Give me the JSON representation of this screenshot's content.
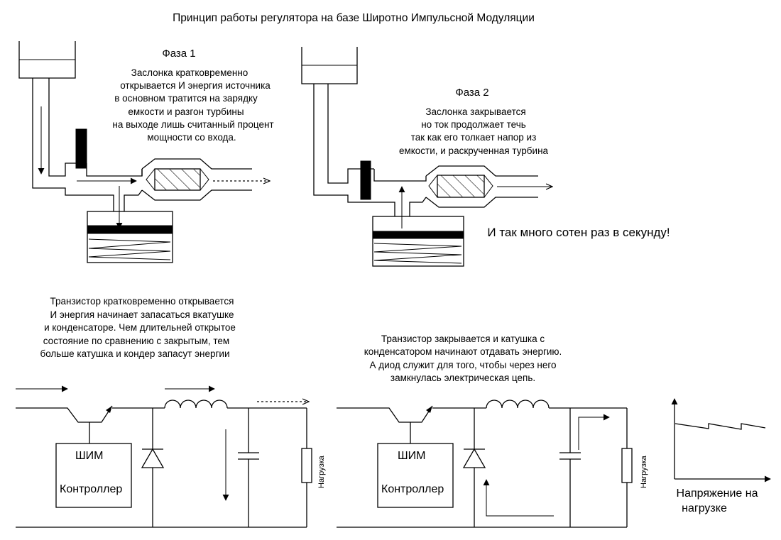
{
  "title": "Принцип работы регулятора на базе Широтно Импульсной Модуляции",
  "phase1": {
    "heading": "Фаза 1",
    "lines": [
      "Заслонка кратковременно",
      "открывается И энергия источника",
      "в основном тратится на зарядку",
      "емкости и разгон турбины",
      "на выходе лишь считанный процент",
      "мощности со входа."
    ]
  },
  "phase2": {
    "heading": "Фаза 2",
    "lines": [
      "Заслонка закрывается",
      "но ток продолжает течь",
      "так как его толкает напор из",
      "емкости, и раскрученная турбина"
    ]
  },
  "repeat_note": "И так много сотен раз в секунду!",
  "circuit1": {
    "lines": [
      "Транзистор кратковременно открывается",
      "И энергия начинает запасаться вкатушке",
      "и конденсаторе.  Чем длительней открытое",
      "состояние по сравнению с закрытым, тем",
      "больше катушка и кондер запасут энергии"
    ],
    "pwm_label": "ШИМ",
    "controller_label": "Контроллер",
    "load_label": "Нагрузка"
  },
  "circuit2": {
    "lines": [
      "Транзистор закрывается и катушка с",
      "конденсатором начинают отдавать энергию.",
      "А диод служит для того, чтобы через него",
      "замкнулась электрическая цепь."
    ],
    "pwm_label": "ШИМ",
    "controller_label": "Контроллер",
    "load_label": "Нагрузка"
  },
  "voltage_graph": {
    "caption_line1": "Напряжение на",
    "caption_line2": "нагрузке"
  }
}
